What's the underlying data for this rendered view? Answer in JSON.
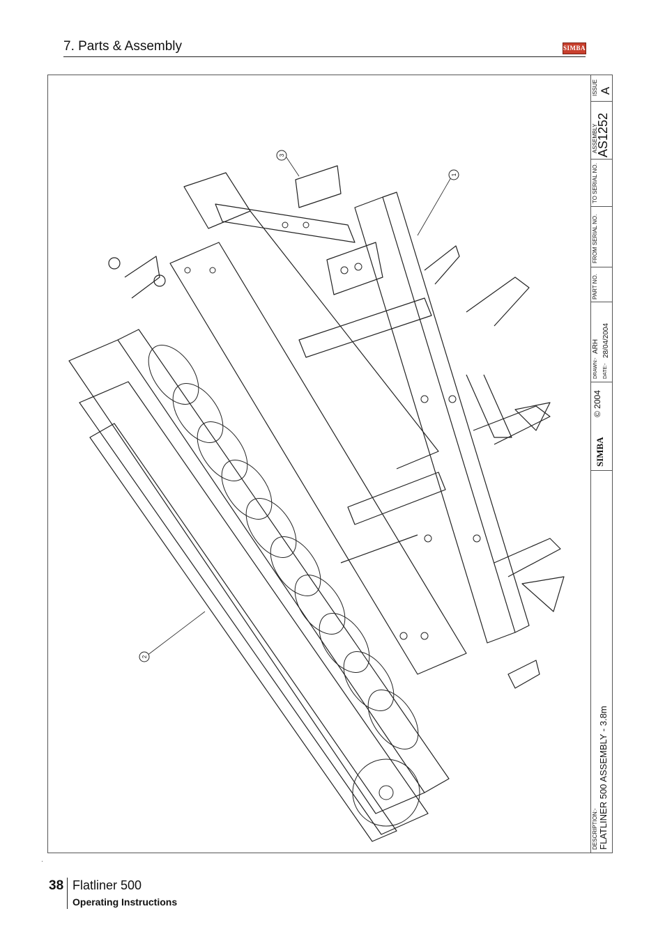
{
  "header": {
    "section_title": "7. Parts & Assembly",
    "logo_text": "SIMBA"
  },
  "title_block": {
    "issue_label": "ISSUE",
    "issue_value": "A",
    "assembly_label": "ASSEMBLY",
    "assembly_value": "AS1252",
    "to_serial_label": "TO SERIAL NO.",
    "from_serial_label": "FROM SERIAL NO.",
    "part_no_label": "PART NO.",
    "drawn_label": "DRAWN:-",
    "drawn_value": "ARH",
    "date_label": "DATE:-",
    "date_value": "28/04/2004",
    "copyright": "© 2004",
    "logo_text": "SIMBA",
    "description_label": "DESCRIPTION:-",
    "description_value": "FLATLINER 500 ASSEMBLY - 3.8m"
  },
  "callouts": [
    "1",
    "2",
    "3"
  ],
  "footer": {
    "page_number": "38",
    "product": "Flatliner 500",
    "subtitle": "Operating Instructions"
  }
}
